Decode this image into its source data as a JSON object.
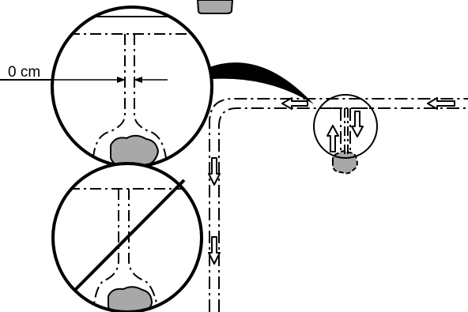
{
  "diagram": {
    "clearance_label": "0 cm",
    "colors": {
      "line": "#000000",
      "background": "#ffffff",
      "obstacle_fill": "#a8a8a8",
      "callout_fill": "#000000"
    },
    "icons": [
      "magnifier-circle-correct",
      "magnifier-circle-prohibited",
      "zoom-callout",
      "direction-arrow",
      "obstacle-stone",
      "top-tab"
    ]
  }
}
